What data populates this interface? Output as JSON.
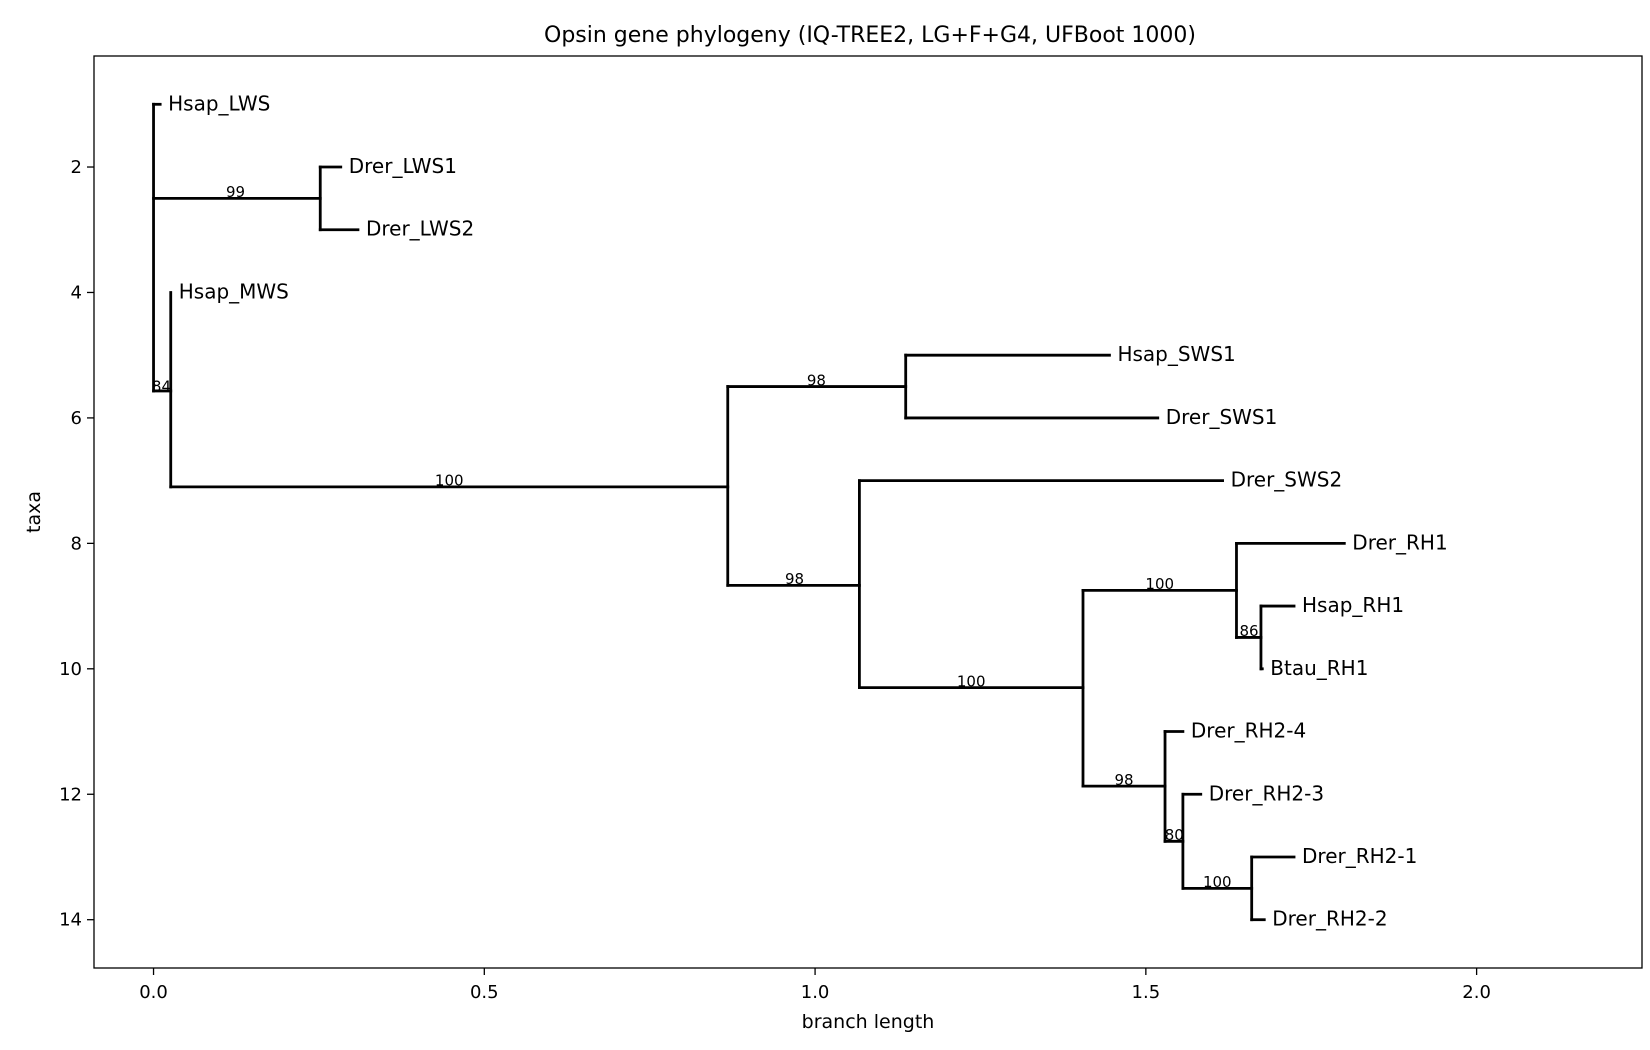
{
  "chart_data": {
    "type": "tree",
    "title": "Opsin gene phylogeny (IQ-TREE2, LG+F+G4, UFBoot 1000)",
    "xlabel": "branch length",
    "ylabel": "taxa",
    "xlim": [
      -0.09,
      2.25
    ],
    "ylim": [
      14.77,
      0.23
    ],
    "x_ticks": [
      0.0,
      0.5,
      1.0,
      1.5,
      2.0
    ],
    "x_tick_labels": [
      "0.0",
      "0.5",
      "1.0",
      "1.5",
      "2.0"
    ],
    "y_ticks": [
      2,
      4,
      6,
      8,
      10,
      12,
      14
    ],
    "y_tick_labels": [
      "2",
      "4",
      "6",
      "8",
      "10",
      "12",
      "14"
    ],
    "grid": false,
    "leaves": [
      {
        "name": "Hsap_LWS",
        "x": 0.01,
        "y": 1
      },
      {
        "name": "Drer_LWS1",
        "x": 0.283,
        "y": 2
      },
      {
        "name": "Drer_LWS2",
        "x": 0.309,
        "y": 3
      },
      {
        "name": "Hsap_MWS",
        "x": 0.026,
        "y": 4
      },
      {
        "name": "Hsap_SWS1",
        "x": 1.445,
        "y": 5
      },
      {
        "name": "Drer_SWS1",
        "x": 1.518,
        "y": 6
      },
      {
        "name": "Drer_SWS2",
        "x": 1.616,
        "y": 7
      },
      {
        "name": "Drer_RH1",
        "x": 1.8,
        "y": 8
      },
      {
        "name": "Hsap_RH1",
        "x": 1.724,
        "y": 9
      },
      {
        "name": "Btau_RH1",
        "x": 1.676,
        "y": 10
      },
      {
        "name": "Drer_RH2-4",
        "x": 1.556,
        "y": 11
      },
      {
        "name": "Drer_RH2-3",
        "x": 1.583,
        "y": 12
      },
      {
        "name": "Drer_RH2-1",
        "x": 1.724,
        "y": 13
      },
      {
        "name": "Drer_RH2-2",
        "x": 1.679,
        "y": 14
      }
    ],
    "internal_nodes": [
      {
        "id": "root",
        "x": 0.0,
        "y_span": [
          1,
          5.57
        ],
        "support": ""
      },
      {
        "id": "lws",
        "x": 0.252,
        "y_span": [
          2,
          3
        ],
        "support": "99"
      },
      {
        "id": "mws_rest",
        "x": 0.026,
        "y_span": [
          4,
          7.1
        ],
        "support": "84"
      },
      {
        "id": "sws_rh",
        "x": 0.868,
        "y_span": [
          5.5,
          8.67
        ],
        "support": "100"
      },
      {
        "id": "sws1",
        "x": 1.137,
        "y_span": [
          5,
          6
        ],
        "support": "98"
      },
      {
        "id": "sws2_rh",
        "x": 1.067,
        "y_span": [
          7,
          10.3
        ],
        "support": "98"
      },
      {
        "id": "rh",
        "x": 1.405,
        "y_span": [
          8.75,
          11.87
        ],
        "support": "100"
      },
      {
        "id": "rh1",
        "x": 1.637,
        "y_span": [
          8,
          9.5
        ],
        "support": "100"
      },
      {
        "id": "rh1b",
        "x": 1.674,
        "y_span": [
          9,
          10
        ],
        "support": "86"
      },
      {
        "id": "rh2",
        "x": 1.529,
        "y_span": [
          11,
          12.75
        ],
        "support": "98"
      },
      {
        "id": "rh2b",
        "x": 1.556,
        "y_span": [
          12,
          13.5
        ],
        "support": "80"
      },
      {
        "id": "rh2c",
        "x": 1.66,
        "y_span": [
          13,
          14
        ],
        "support": "100"
      }
    ],
    "horizontal_branches": [
      {
        "from": 0.0,
        "to": 0.01,
        "y": 1
      },
      {
        "from": 0.0,
        "to": 0.252,
        "y": 2.5
      },
      {
        "from": 0.252,
        "to": 0.283,
        "y": 2
      },
      {
        "from": 0.252,
        "to": 0.309,
        "y": 3
      },
      {
        "from": 0.0,
        "to": 0.026,
        "y": 5.57
      },
      {
        "from": 0.026,
        "to": 0.868,
        "y": 7.1
      },
      {
        "from": 0.868,
        "to": 1.137,
        "y": 5.5
      },
      {
        "from": 1.137,
        "to": 1.445,
        "y": 5
      },
      {
        "from": 1.137,
        "to": 1.518,
        "y": 6
      },
      {
        "from": 0.868,
        "to": 1.067,
        "y": 8.67
      },
      {
        "from": 1.067,
        "to": 1.616,
        "y": 7
      },
      {
        "from": 1.067,
        "to": 1.405,
        "y": 10.3
      },
      {
        "from": 1.405,
        "to": 1.637,
        "y": 8.75
      },
      {
        "from": 1.637,
        "to": 1.8,
        "y": 8
      },
      {
        "from": 1.637,
        "to": 1.674,
        "y": 9.5
      },
      {
        "from": 1.674,
        "to": 1.724,
        "y": 9
      },
      {
        "from": 1.674,
        "to": 1.676,
        "y": 10
      },
      {
        "from": 1.405,
        "to": 1.529,
        "y": 11.87
      },
      {
        "from": 1.529,
        "to": 1.556,
        "y": 11
      },
      {
        "from": 1.529,
        "to": 1.556,
        "y": 12.75
      },
      {
        "from": 1.556,
        "to": 1.583,
        "y": 12
      },
      {
        "from": 1.556,
        "to": 1.66,
        "y": 13.5
      },
      {
        "from": 1.66,
        "to": 1.724,
        "y": 13
      },
      {
        "from": 1.66,
        "to": 1.679,
        "y": 14
      }
    ],
    "support_labels": [
      {
        "text": "99",
        "x": 0.124,
        "y": 2.4
      },
      {
        "text": "84",
        "x": 0.012,
        "y": 5.5
      },
      {
        "text": "100",
        "x": 0.447,
        "y": 7.0
      },
      {
        "text": "98",
        "x": 1.002,
        "y": 5.4
      },
      {
        "text": "98",
        "x": 0.969,
        "y": 8.57
      },
      {
        "text": "100",
        "x": 1.236,
        "y": 10.2
      },
      {
        "text": "100",
        "x": 1.521,
        "y": 8.65
      },
      {
        "text": "86",
        "x": 1.656,
        "y": 9.4
      },
      {
        "text": "98",
        "x": 1.467,
        "y": 11.77
      },
      {
        "text": "80",
        "x": 1.543,
        "y": 12.65
      },
      {
        "text": "100",
        "x": 1.608,
        "y": 13.4
      }
    ]
  }
}
